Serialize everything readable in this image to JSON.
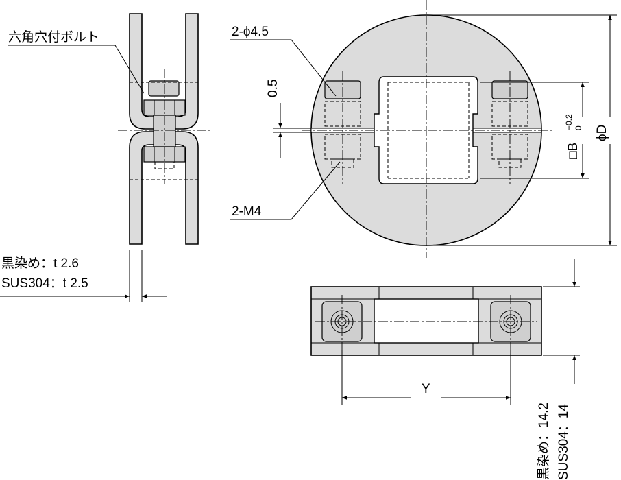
{
  "labels": {
    "hex_bolt": "六角穴付ボルト",
    "hole_phi": "2-ϕ4.5",
    "thread": "2-M4",
    "gap": "0.5",
    "thick_black": "黒染め：t 2.6",
    "thick_sus": "SUS304：t 2.5",
    "dia": "ϕD",
    "square_b": "□B",
    "b_tol_upper": "+0.2",
    "b_tol_lower": "0",
    "y_dim": "Y",
    "height_black": "黒染め：14.2",
    "height_sus": "SUS304：14"
  },
  "colors": {
    "fill": "#dcdcdc",
    "line": "#000000",
    "background": "#ffffff"
  }
}
